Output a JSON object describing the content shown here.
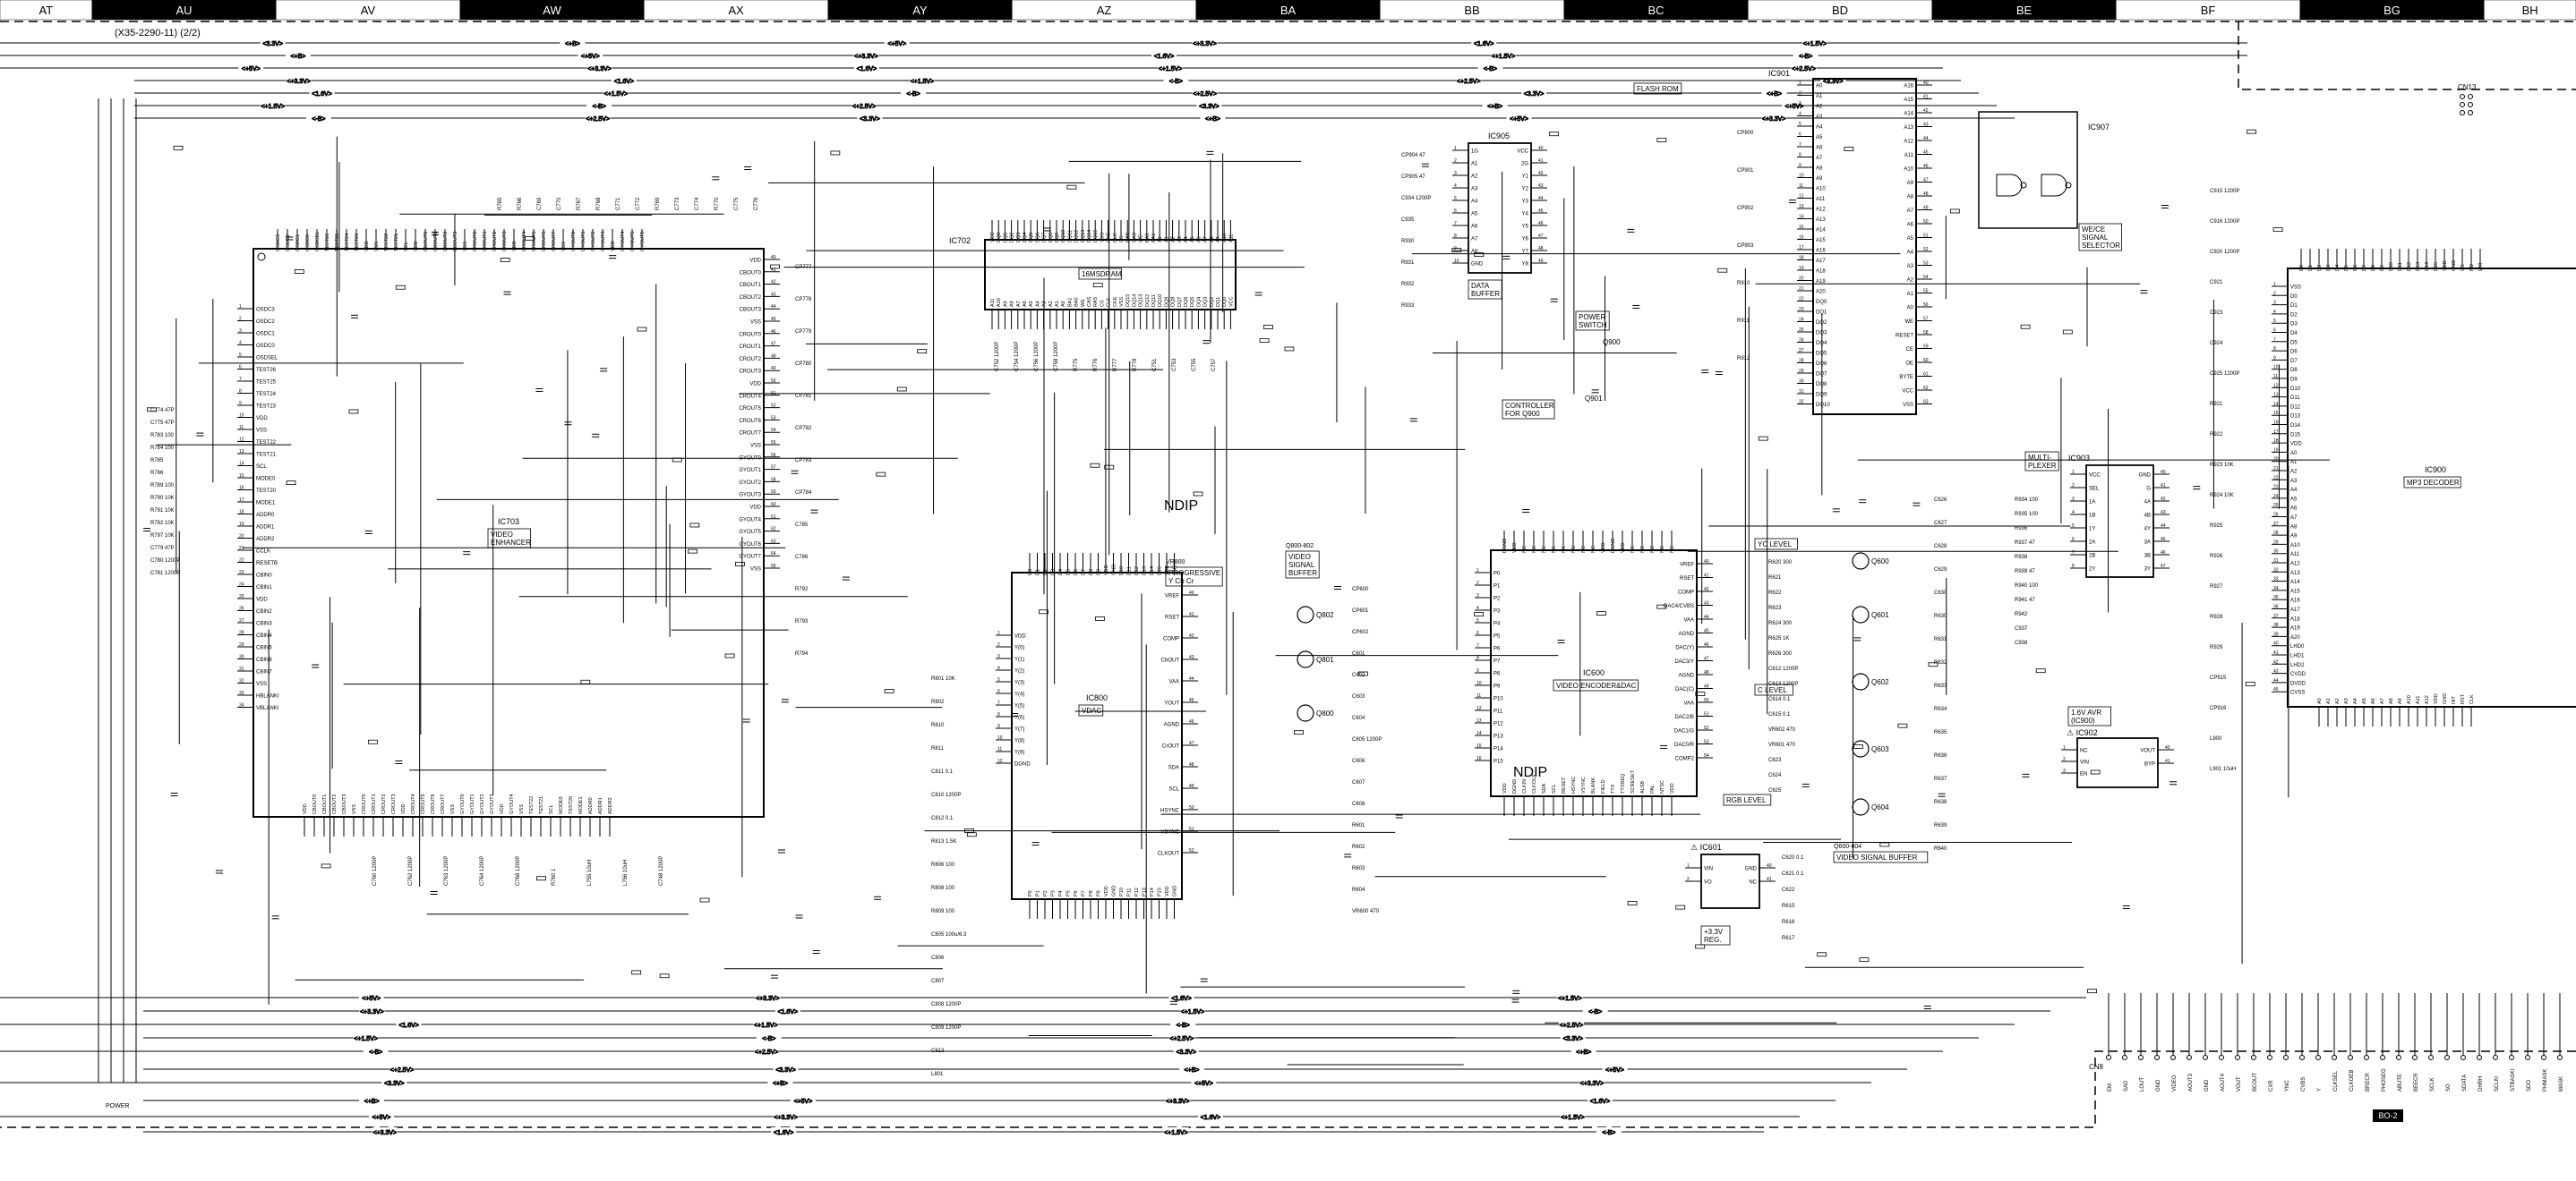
{
  "header": {
    "columns": [
      "AT",
      "AU",
      "AV",
      "AW",
      "AX",
      "AY",
      "AZ",
      "BA",
      "BB",
      "BC",
      "BD",
      "BE",
      "BF",
      "BG",
      "BH"
    ],
    "sheet_id": "(X35-2290-11) (2/2)"
  },
  "chips": [
    {
      "ref": "IC703",
      "desc": [
        "VIDEO",
        "ENHANCER"
      ]
    },
    {
      "ref": "IC702",
      "desc": [
        "16MSDRAM"
      ]
    },
    {
      "ref": "IC800",
      "desc": [
        "VDAC"
      ]
    },
    {
      "ref": "IC600",
      "desc": [
        "VIDEO ENCODER&DAC"
      ]
    },
    {
      "ref": "IC905",
      "desc": [
        "DATA",
        "BUFFER"
      ]
    },
    {
      "ref": "IC901",
      "desc": [
        "FLASH ROM"
      ]
    },
    {
      "ref": "IC907",
      "desc": [
        "WE/CE",
        "SIGNAL",
        "SELECTOR"
      ]
    },
    {
      "ref": "IC903",
      "desc": [
        "MULTI-",
        "PLEXER"
      ]
    },
    {
      "ref": "IC902",
      "desc": [
        "1.6V AVR",
        "(IC900)"
      ]
    },
    {
      "ref": "IC601",
      "desc": [
        "+3.3V",
        "REG."
      ]
    },
    {
      "ref": "IC900",
      "desc": [
        "MP3 DECODER"
      ]
    }
  ],
  "labels": {
    "power_switch": [
      "POWER",
      "SWITCH"
    ],
    "q900": "Q900",
    "q901": "Q901",
    "controller": [
      "CONTROLLER",
      "FOR Q900"
    ],
    "progressive": [
      "PROGRESSIVE",
      "Y Cb Cr"
    ],
    "vr800": "VR800",
    "video_signal_buffer": [
      "VIDEO",
      "SIGNAL",
      "BUFFER"
    ],
    "q800_802": "Q800-802",
    "yc_level": "YC LEVEL",
    "c_level": "C LEVEL",
    "rgb_level": "RGB LEVEL",
    "video_signal_buffer2": [
      "VIDEO SIGNAL BUFFER"
    ],
    "q600_604": "Q600-604",
    "ndip1": "NDIP",
    "ndip2": "NDIP",
    "q600": "Q600",
    "q601": "Q601",
    "q602": "Q602",
    "q603": "Q603",
    "q604": "Q604",
    "q800": "Q800",
    "q801": "Q801",
    "q802": "Q802",
    "cn8": "CN8",
    "cn13": "CN13",
    "bo2": "BO-2",
    "power": "POWER"
  },
  "nets": [
    "3.3V",
    "+B",
    "+5V",
    "+3.3V",
    "1.6V",
    "+1.5V",
    "-B",
    "+2.5V"
  ],
  "pins": {
    "ic703_left": [
      "OSDC3",
      "OSDC2",
      "OSDC1",
      "OSDC0",
      "OSDSEL",
      "TEST26",
      "TEST25",
      "TEST24",
      "TEST23",
      "VDD",
      "VSS",
      "TEST22",
      "TEST21",
      "SCL",
      "MODE0",
      "TEST20",
      "MODE1",
      "ADDR0",
      "ADDR1",
      "ADDR2",
      "CCLK",
      "RESETB",
      "CBIN0",
      "CBIN1",
      "VDD",
      "CBIN2",
      "CBIN3",
      "CBIN4",
      "CBIN5",
      "CBIN6",
      "CBIN7",
      "VSS",
      "HBLANKI",
      "VBLANKI"
    ],
    "ic703_right": [
      "VDD",
      "CBOUT0",
      "CBOUT1",
      "CBOUT2",
      "CBOUT3",
      "VSS",
      "CROUT0",
      "CROUT1",
      "CROUT2",
      "CROUT3",
      "VDD",
      "CROUT4",
      "CROUT5",
      "CROUT6",
      "CROUT7",
      "VSS",
      "GYOUT0",
      "GYOUT1",
      "GYOUT2",
      "GYOUT3",
      "VDD",
      "GYOUT4",
      "GYOUT5",
      "GYOUT6",
      "GYOUT7",
      "VSS"
    ],
    "ic800_left": [
      "VDD",
      "Y(0)",
      "Y(1)",
      "Y(2)",
      "Y(3)",
      "Y(4)",
      "Y(5)",
      "Y(6)",
      "Y(7)",
      "Y(8)",
      "Y(9)",
      "DGND"
    ],
    "ic800_right": [
      "VREF",
      "RSET",
      "COMP",
      "CbOUT",
      "VAA",
      "YOUT",
      "AGND",
      "CrOUT",
      "SDA",
      "SCL",
      "HSYNC",
      "VSYNC",
      "CLKOUT"
    ],
    "ic600_left": [
      "P0",
      "P1",
      "P2",
      "P3",
      "P4",
      "P5",
      "P6",
      "P7",
      "P8",
      "P9",
      "P10",
      "P11",
      "P12",
      "P13",
      "P14",
      "P15"
    ],
    "ic600_right": [
      "VREF",
      "RSET",
      "COMP",
      "DAC4/CVBS",
      "VAA",
      "AGND",
      "DAC(Y)",
      "DAC3/Y",
      "AGND",
      "DAC(C)",
      "VAA",
      "DAC2/B",
      "DAC1/G",
      "DAC0/R",
      "COMP2"
    ],
    "ic905_pins": [
      "1G",
      "A1",
      "A2",
      "A3",
      "A4",
      "A5",
      "A6",
      "A7",
      "A8",
      "GND",
      "VCC",
      "2G",
      "Y1",
      "Y2",
      "Y3",
      "Y4",
      "Y5",
      "Y6",
      "Y7",
      "Y8"
    ],
    "ic901_left": [
      "A0",
      "A1",
      "A2",
      "A3",
      "A4",
      "A5",
      "A6",
      "A7",
      "A8",
      "A9",
      "A10",
      "A11",
      "A12",
      "A13",
      "A14",
      "A15",
      "A16",
      "A17",
      "A18",
      "A19",
      "A20",
      "DQ0",
      "DQ1",
      "DQ2",
      "DQ3",
      "DQ4",
      "DQ5",
      "DQ6",
      "DQ7",
      "DQ8",
      "DQ9",
      "DQ10"
    ],
    "ic901_right": [
      "A16",
      "A15",
      "A14",
      "A13",
      "A12",
      "A11",
      "A10",
      "A9",
      "A8",
      "A7",
      "A6",
      "A5",
      "A4",
      "A3",
      "A2",
      "A1",
      "A0",
      "WE",
      "RESET",
      "CE",
      "OE",
      "BYTE",
      "VCC",
      "VSS"
    ],
    "ic903_pins": [
      "VCC",
      "SEL",
      "1A",
      "1B",
      "1Y",
      "2A",
      "2B",
      "2Y",
      "GND",
      "G",
      "4A",
      "4B",
      "4Y",
      "3A",
      "3B",
      "3Y"
    ],
    "ic902_pins": [
      "NC",
      "VIN",
      "EN",
      "VOUT",
      "BYP"
    ],
    "ic601_pins": [
      "VIN",
      "VO",
      "GND",
      "NC"
    ],
    "ic900_pins": [
      "VSS",
      "D0",
      "D1",
      "D2",
      "D3",
      "D4",
      "D5",
      "D6",
      "D7",
      "D8",
      "D9",
      "D10",
      "D11",
      "D12",
      "D13",
      "D14",
      "D15",
      "VDD",
      "A0",
      "A1",
      "A2",
      "A3",
      "A4",
      "A5",
      "A6",
      "A7",
      "A8",
      "A9",
      "A10",
      "A11",
      "A12",
      "A13",
      "A14",
      "A15",
      "A16",
      "A17",
      "A18",
      "A19",
      "A20",
      "LHD0",
      "LHD1",
      "LHD2",
      "CVDD",
      "DVDD",
      "CVSS"
    ],
    "ic702_pins": [
      "VCC",
      "DQ0",
      "DQ1",
      "DQ2",
      "DQ3",
      "DQ4",
      "DQ5",
      "DQ6",
      "DQ7",
      "DQ8",
      "DQ9",
      "DQ10",
      "DQ11",
      "DQ12",
      "DQ13",
      "DQ14",
      "DQ15",
      "VSS",
      "CKE",
      "CLK",
      "CS",
      "RAS",
      "CAS",
      "WE",
      "BA0",
      "BA1",
      "A0",
      "A1",
      "A2",
      "A3",
      "A4",
      "A5",
      "A6",
      "A7",
      "A8",
      "A9",
      "A10",
      "A11"
    ],
    "cn8_pins": [
      "EM",
      "SAD",
      "LOUT",
      "GND",
      "VIDEO",
      "AOUT3",
      "GND",
      "AOUT4",
      "VOUT",
      "BCOUT",
      "CXR",
      "YNC",
      "CVBS",
      "Y",
      "CLKSEL",
      "CLKOEB",
      "BRECR",
      "PHOSEG",
      "ABUTE",
      "BEECR",
      "SCLK",
      "SO",
      "SDATA",
      "DHRH",
      "SCLKI",
      "STBASKI",
      "SDO",
      "PHMASK",
      "MASK"
    ]
  },
  "components": {
    "ic703_top": [
      "R765",
      "R766",
      "C769",
      "C770",
      "R767",
      "R768",
      "C771",
      "C772",
      "R769",
      "C773",
      "C774",
      "R770",
      "C775",
      "C776"
    ],
    "ic703_right_parts": [
      "CP777",
      "CP778",
      "CP779",
      "CP780",
      "CP781",
      "CP782",
      "CP783",
      "CP784",
      "C785",
      "C786",
      "R792",
      "R793",
      "R794"
    ],
    "ic703_left_parts": [
      "C774 47P",
      "C775 47P",
      "R783 100",
      "R784 100",
      "R785",
      "R786",
      "R789 100",
      "R790 10K",
      "R791 10K",
      "R792 10K",
      "R797 10K",
      "C779 47P",
      "C780 1200P",
      "C781 1200P"
    ],
    "bottom_parts": [
      "C760 1200P",
      "C762 1200P",
      "C763 1200P",
      "C764 1200P",
      "C768 1200P",
      "R760 1",
      "L755 10uH",
      "L756 10uH",
      "C748 1200P"
    ],
    "ic702_parts": [
      "C752 1200P",
      "C754 1200P",
      "C756 1200P",
      "C758 1200P",
      "R775",
      "R776",
      "R777",
      "R778",
      "C751",
      "C753",
      "C755",
      "C757"
    ],
    "ic800_parts": [
      "R801 10K",
      "R802",
      "R810",
      "R811",
      "C811 0.1",
      "C810 1200P",
      "C812 0.1",
      "R813 1.5K",
      "R806 100",
      "R808 100",
      "R809 100",
      "C805 100u/6.3",
      "C806",
      "C807",
      "C808 1200P",
      "C809 1200P",
      "C813",
      "L801"
    ],
    "ic600_parts": [
      "CP600",
      "CP601",
      "CP602",
      "C601",
      "C602",
      "C603",
      "C604",
      "C605 1200P",
      "C606",
      "C607",
      "C608",
      "R601",
      "R602",
      "R603",
      "R604",
      "VR600 470",
      "R620 300",
      "R621",
      "R622",
      "R623",
      "R624 300",
      "R625 1K",
      "R626 300",
      "C612 1200P",
      "C613 1200P",
      "C614 0.1",
      "C615 0.1",
      "VR602 470",
      "VR601 470",
      "C623",
      "C624",
      "C625",
      "C626",
      "C627",
      "C628",
      "C629",
      "C630",
      "R630",
      "R631",
      "R632",
      "R633",
      "R634",
      "R635",
      "R636",
      "R637",
      "R638",
      "R639",
      "R640"
    ],
    "ic900_parts": [
      "C915 1200P",
      "C916 1200P",
      "C920 1200P",
      "C921",
      "C923",
      "C924",
      "C925 1200P",
      "R921",
      "R922",
      "R923 10K",
      "R924 10K",
      "R925",
      "R926",
      "R927",
      "R928",
      "R929",
      "CP915",
      "CP916",
      "L900",
      "L901 10uH"
    ],
    "ic905_parts": [
      "CP904 47",
      "CP905 47",
      "C934 1200P",
      "C935",
      "R930",
      "R931",
      "R932",
      "R933"
    ],
    "ic901_parts": [
      "CP900",
      "CP901",
      "CP902",
      "CP903",
      "R910",
      "R911",
      "R912"
    ],
    "ic903_parts": [
      "R934 100",
      "R935 100",
      "R936",
      "R937 47",
      "R938",
      "R939 47",
      "R940 100",
      "R941 47",
      "R942",
      "C937",
      "C938"
    ],
    "ic601_parts": [
      "C620 0.1",
      "C621 0.1",
      "C622",
      "R615",
      "R616",
      "R617"
    ]
  }
}
